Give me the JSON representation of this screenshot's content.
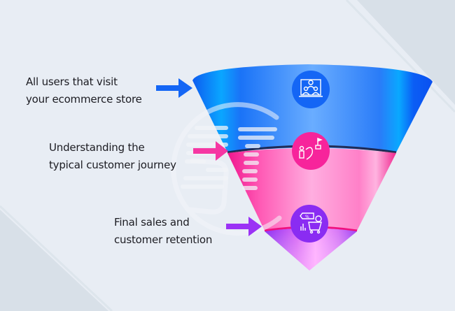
{
  "colors": {
    "background": "#e8edf4",
    "corner_shade": "#d8e0e8",
    "stage1": "#1466f5",
    "stage2": "#f7249b",
    "stage3": "#9b32f5",
    "text": "#1c1c22"
  },
  "funnel": {
    "stages": [
      {
        "id": "awareness",
        "label_line1": "All users that visit",
        "label_line2": "your ecommerce store",
        "icon": "users-online-icon",
        "color": "#1466f5"
      },
      {
        "id": "journey",
        "label_line1": "Understanding the",
        "label_line2": "typical customer journey",
        "icon": "customer-journey-icon",
        "color": "#f7249b"
      },
      {
        "id": "conversion",
        "label_line1": "Final sales and",
        "label_line2": "customer retention",
        "icon": "sales-cart-icon",
        "color": "#9b32f5"
      }
    ]
  },
  "watermark": {
    "icon": "logo-watermark-icon"
  }
}
